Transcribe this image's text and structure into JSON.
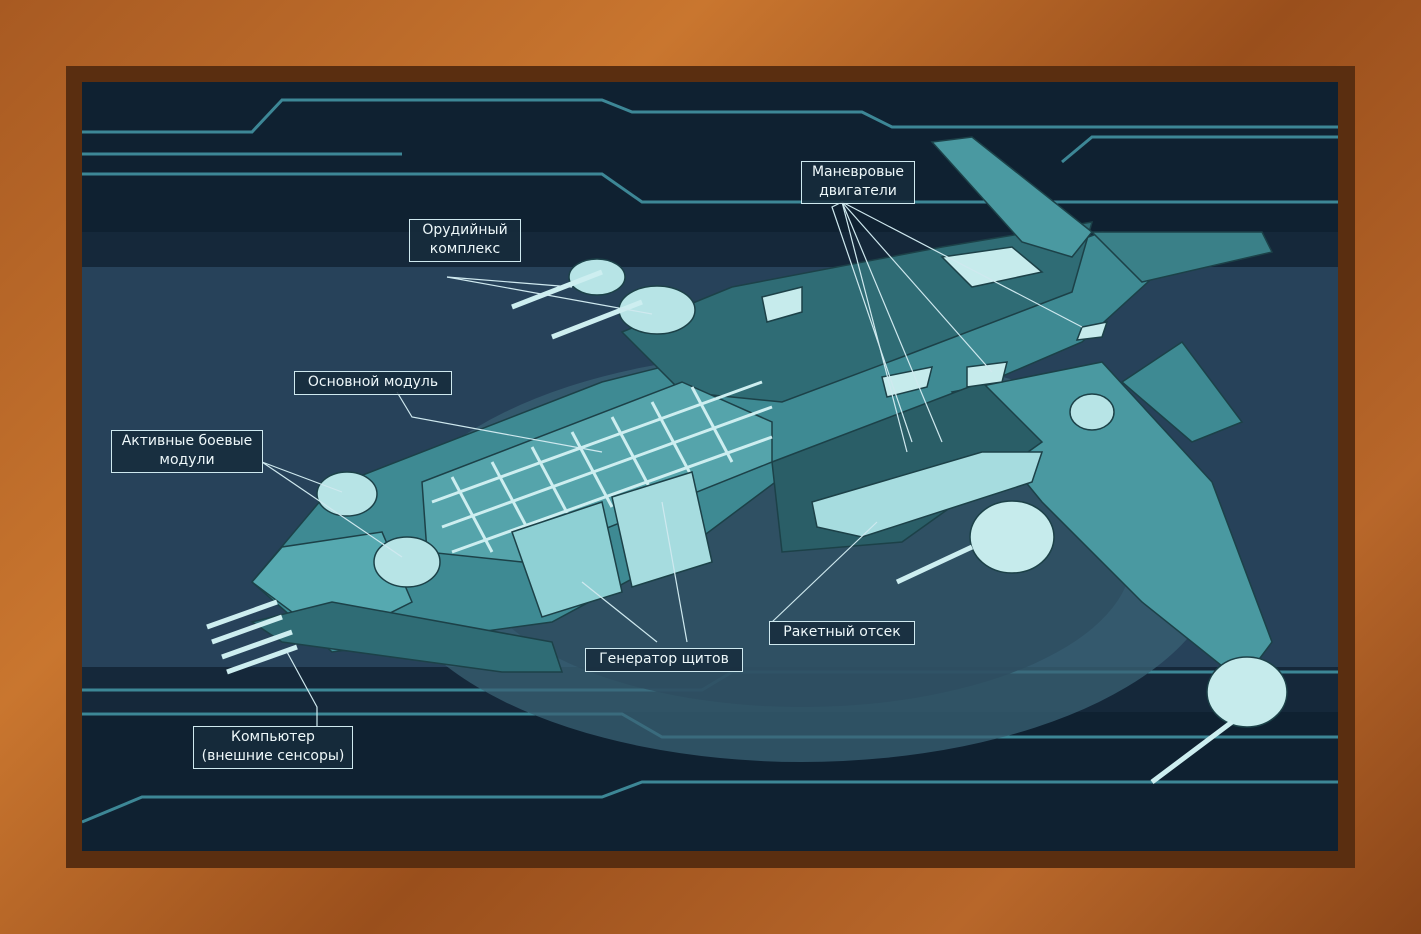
{
  "labels": {
    "weapons": [
      "Орудийный",
      "комплекс"
    ],
    "thrusters": [
      "Маневровые",
      "двигатели"
    ],
    "main_module": "Основной модуль",
    "combat_modules": [
      "Активные боевые",
      "модули"
    ],
    "missile_bay": "Ракетный отсек",
    "shield_generator": "Генератор щитов",
    "computer": [
      "Компьютер",
      "(внешние сенсоры)"
    ]
  },
  "colors": {
    "frame": "#b8672a",
    "background": "#16293a",
    "hull": "#3e8a93",
    "hull_light": "#9ed8dc",
    "leader_line": "#cfe9ef"
  }
}
